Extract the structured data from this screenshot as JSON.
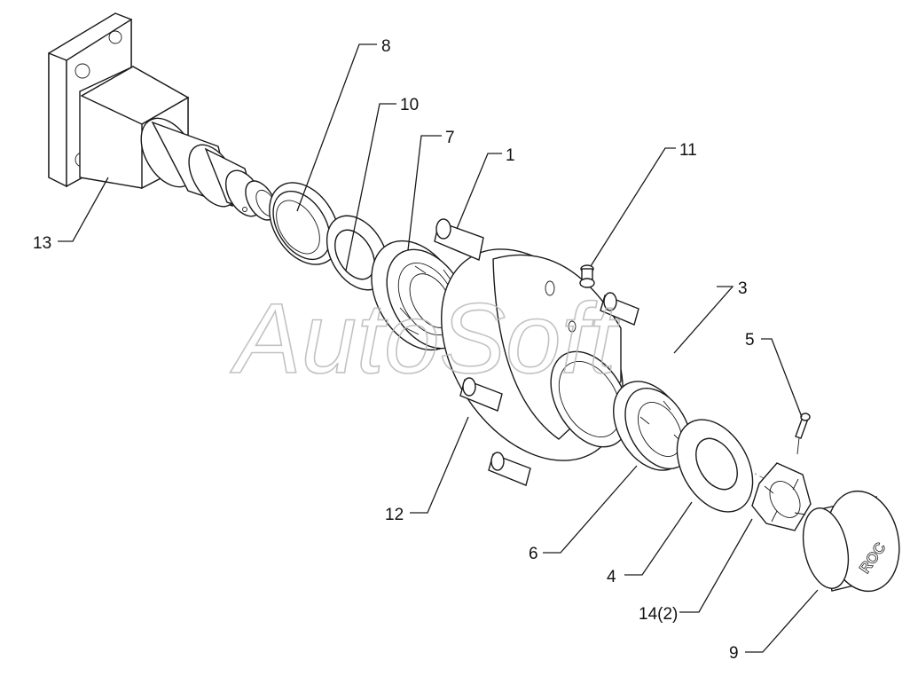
{
  "watermark": "AutoSoft",
  "cap_marking": "ROC",
  "callouts": {
    "p1": "1",
    "p3": "3",
    "p4": "4",
    "p5": "5",
    "p6": "6",
    "p7": "7",
    "p8": "8",
    "p9": "9",
    "p10": "10",
    "p11": "11",
    "p12": "12",
    "p13": "13",
    "p14": "14(2)"
  }
}
